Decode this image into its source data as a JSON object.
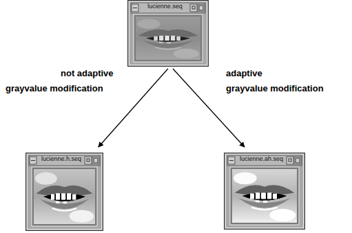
{
  "diagram": {
    "nodes": [
      {
        "text": [
          "lucienne.seq"
        ]
      },
      {
        "text": [
          "lucienne.h.seq"
        ]
      },
      {
        "text": [
          "lucienne.ah.seq"
        ]
      }
    ],
    "edges": [
      {
        "from": 0,
        "to": 1,
        "arrow": "to",
        "label": "not adaptive grayvalue modification"
      },
      {
        "from": 0,
        "to": 2,
        "arrow": "to",
        "label": "adaptive grayvalue modification"
      }
    ]
  }
}
